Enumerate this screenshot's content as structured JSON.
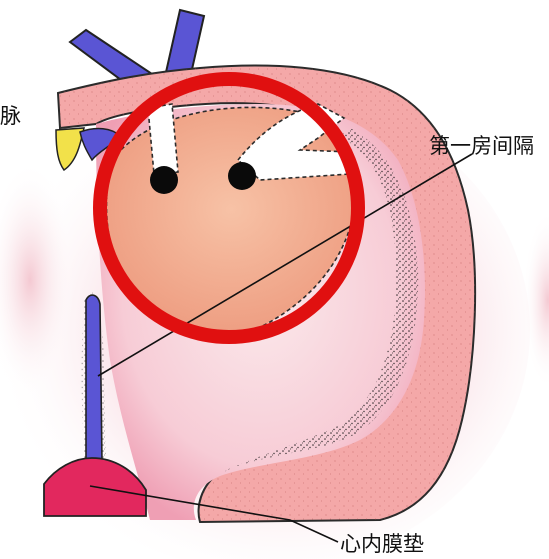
{
  "labels": {
    "left_partial": "脉",
    "septum_primum": "第一房间隔",
    "endocardial_cushion": "心内膜垫"
  },
  "colors": {
    "heart_glow": "#efb0c0",
    "atrial_wall": "#f4a8a8",
    "chamber_bg": "#fbe2e6",
    "foramen_region": "#f2ad8c",
    "vessel_blue": "#5a55d4",
    "cushion_red": "#e2285e",
    "highlight_ring": "#e01010",
    "yellow_spot": "#f2e14a"
  }
}
